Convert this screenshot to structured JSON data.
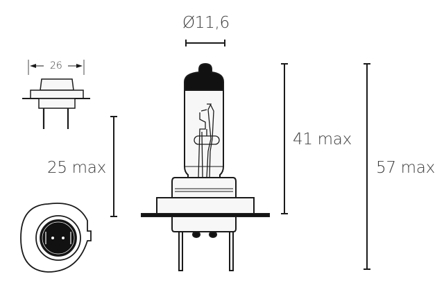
{
  "diagram": {
    "type": "technical-drawing",
    "subject": "H7 halogen bulb dimensions",
    "colors": {
      "line": "#1a1a1a",
      "text": "#3a3a3a",
      "fill": "#f7f7f7",
      "cap": "#111111"
    }
  },
  "labels": {
    "diameter": "Ø11,6",
    "base_width": "26",
    "pin_height": "25 max",
    "glass_height": "41 max",
    "total_height": "57 max"
  }
}
